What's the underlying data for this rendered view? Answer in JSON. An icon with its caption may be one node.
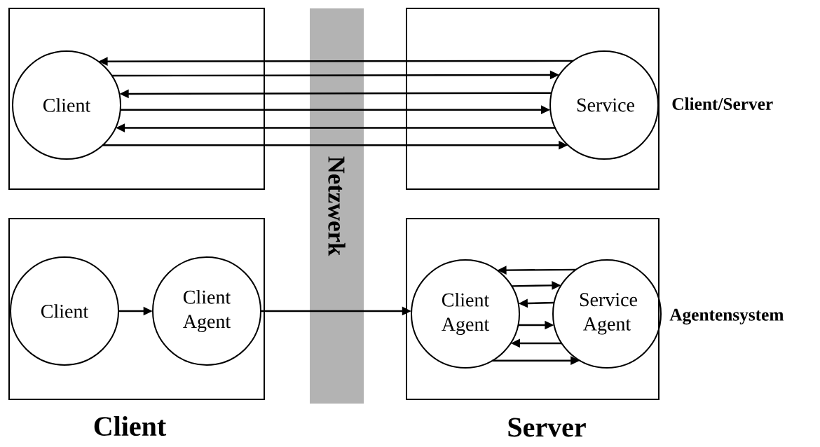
{
  "diagram": {
    "nodes": [
      {
        "text": [],
        "shape": "box"
      },
      {
        "text": [
          "Client"
        ],
        "in": 0
      },
      {
        "text": [],
        "shape": "box"
      },
      {
        "text": [
          "Service"
        ],
        "in": 2
      },
      {
        "text": [],
        "shape": "box"
      },
      {
        "text": [
          "Client"
        ],
        "in": 4
      },
      {
        "text": [
          "Client Agent"
        ],
        "in": 4
      },
      {
        "text": [],
        "shape": "box"
      },
      {
        "text": [
          "Client Agent"
        ],
        "in": 7
      },
      {
        "text": [
          "Service Agent"
        ],
        "in": 7
      }
    ],
    "edges": [
      {
        "from": 3,
        "to": 1,
        "arrow": "to"
      },
      {
        "from": 1,
        "to": 3,
        "arrow": "to"
      },
      {
        "from": 3,
        "to": 1,
        "arrow": "to"
      },
      {
        "from": 1,
        "to": 3,
        "arrow": "to"
      },
      {
        "from": 3,
        "to": 1,
        "arrow": "to"
      },
      {
        "from": 1,
        "to": 3,
        "arrow": "to"
      },
      {
        "from": 5,
        "to": 6,
        "arrow": "to"
      },
      {
        "from": 6,
        "to": 8,
        "arrow": "to"
      },
      {
        "from": 9,
        "to": 8,
        "arrow": "to"
      },
      {
        "from": 8,
        "to": 9,
        "arrow": "to"
      },
      {
        "from": 9,
        "to": 8,
        "arrow": "to"
      },
      {
        "from": 8,
        "to": 9,
        "arrow": "to"
      },
      {
        "from": 9,
        "to": 8,
        "arrow": "to"
      },
      {
        "from": 8,
        "to": 9,
        "arrow": "to"
      }
    ],
    "labels": [
      "Client/Server",
      "Netzwerk",
      "Agentensystem",
      "Client",
      "Server"
    ]
  }
}
